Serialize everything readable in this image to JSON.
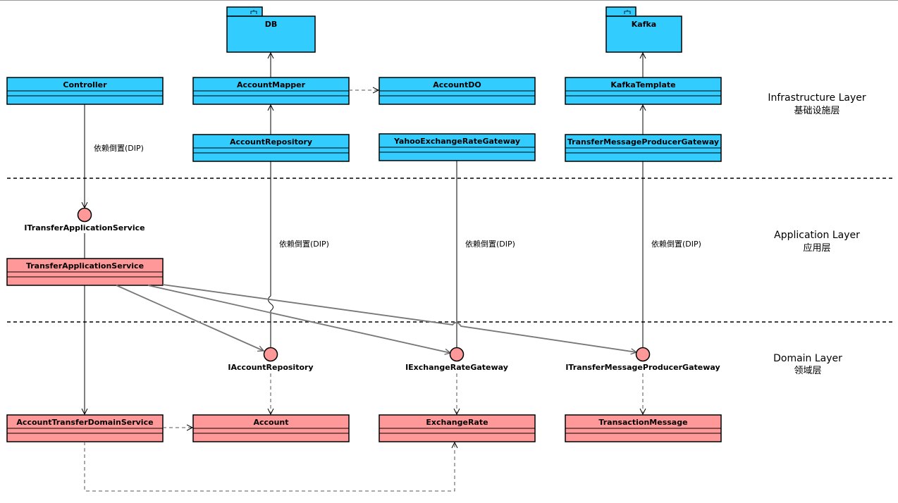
{
  "colors": {
    "infrastructure_fill": "#33ccff",
    "domain_fill": "#ff9999",
    "interface_fill": "#ff9999",
    "stroke": "#000000",
    "association_line": "#777777"
  },
  "layers": {
    "infrastructure": {
      "name": "Infrastructure Layer",
      "cn": "基础设施层"
    },
    "application": {
      "name": "Application Layer",
      "cn": "应用层"
    },
    "domain": {
      "name": "Domain Layer",
      "cn": "领域层"
    }
  },
  "packages": {
    "db": {
      "name": "DB"
    },
    "kafka": {
      "name": "Kafka"
    }
  },
  "classes": {
    "controller": {
      "name": "Controller"
    },
    "account_mapper": {
      "name": "AccountMapper"
    },
    "account_do": {
      "name": "AccountDO"
    },
    "kafka_template": {
      "name": "KafkaTemplate"
    },
    "account_repository": {
      "name": "AccountRepository"
    },
    "yahoo_gateway": {
      "name": "YahooExchangeRateGateway"
    },
    "producer_gateway": {
      "name": "TransferMessageProducerGateway"
    },
    "transfer_app_service": {
      "name": "TransferApplicationService"
    },
    "domain_service": {
      "name": "AccountTransferDomainService"
    },
    "account": {
      "name": "Account"
    },
    "exchange_rate": {
      "name": "ExchangeRate"
    },
    "transaction_message": {
      "name": "TransactionMessage"
    }
  },
  "interfaces": {
    "i_transfer_app_service": {
      "name": "ITransferApplicationService"
    },
    "i_account_repository": {
      "name": "IAccountRepository"
    },
    "i_exchange_rate_gateway": {
      "name": "IExchangeRateGateway"
    },
    "i_producer_gateway": {
      "name": "ITransferMessageProducerGateway"
    }
  },
  "edge_labels": {
    "dip_controller": "依赖倒置(DIP)",
    "dip_repository": "依赖倒置(DIP)",
    "dip_exchange": "依赖倒置(DIP)",
    "dip_producer": "依赖倒置(DIP)"
  }
}
